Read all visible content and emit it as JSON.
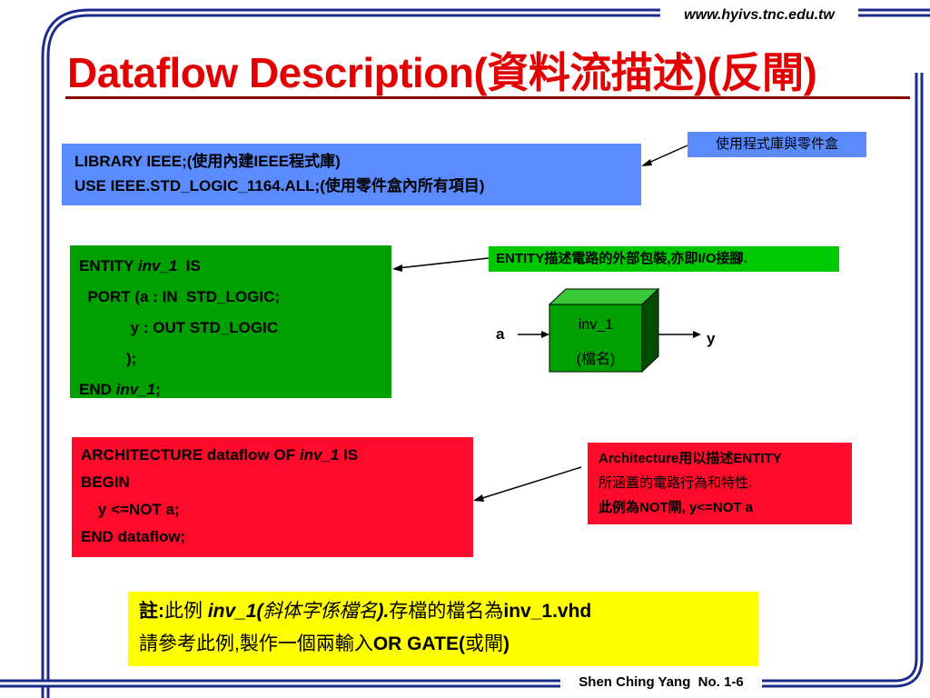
{
  "header": {
    "url": "www.hyivs.tnc.edu.tw",
    "title": "Dataflow Description(資料流描述)(反閘)"
  },
  "library_block": {
    "lines": [
      "LIBRARY IEEE;(使用內建IEEE程式庫)",
      "USE IEEE.STD_LOGIC_1164.ALL;(使用零件盒內所有項目)"
    ]
  },
  "entity_block": {
    "line1_prefix": "ENTITY ",
    "line1_name": "inv_1",
    "line1_suffix": "  IS",
    "line2": "  PORT (a : IN  STD_LOGIC;",
    "line3": "            y : OUT STD_LOGIC",
    "line4": "           );",
    "line5_prefix": "END ",
    "line5_name": "inv_1",
    "line5_suffix": ";"
  },
  "architecture_block": {
    "line1_prefix": "ARCHITECTURE dataflow OF ",
    "line1_name": "inv_1",
    "line1_suffix": " IS",
    "line2": "BEGIN",
    "line3": "    y <=NOT a;",
    "line4": "END dataflow;"
  },
  "notes": {
    "library_note": "使用程式庫與零件盒",
    "entity_note": "ENTITY描述電路的外部包裝,亦即I/O接腳.",
    "architecture_note": [
      "Architecture用以描述ENTITY",
      "所涵蓋的電路行為和特性.",
      "此例為NOT閘, y<=NOT a"
    ]
  },
  "chip_diagram": {
    "name": "inv_1",
    "subtitle": "(檔名)",
    "input": "a",
    "output": "y"
  },
  "footnote": {
    "line1_a": "註:",
    "line1_b": "此例 ",
    "line1_c": "inv_1(",
    "line1_d": "斜体字係檔名",
    "line1_e": ").",
    "line1_f": "存檔的檔名為",
    "line1_g": "inv_1.vhd",
    "line2_a": "請參考此例,製作一個兩輸入",
    "line2_b": "OR GATE(",
    "line2_c": "或閘",
    "line2_d": ")"
  },
  "footer": {
    "author": "Shen Ching Yang  No. 1-6"
  },
  "colors": {
    "title": "#e30000",
    "frame": "#1c2a8c",
    "library_box": "#5b8cff",
    "entity_box": "#00a000",
    "architecture_box": "#ff0a2a",
    "footnote_box": "#ffff00"
  }
}
